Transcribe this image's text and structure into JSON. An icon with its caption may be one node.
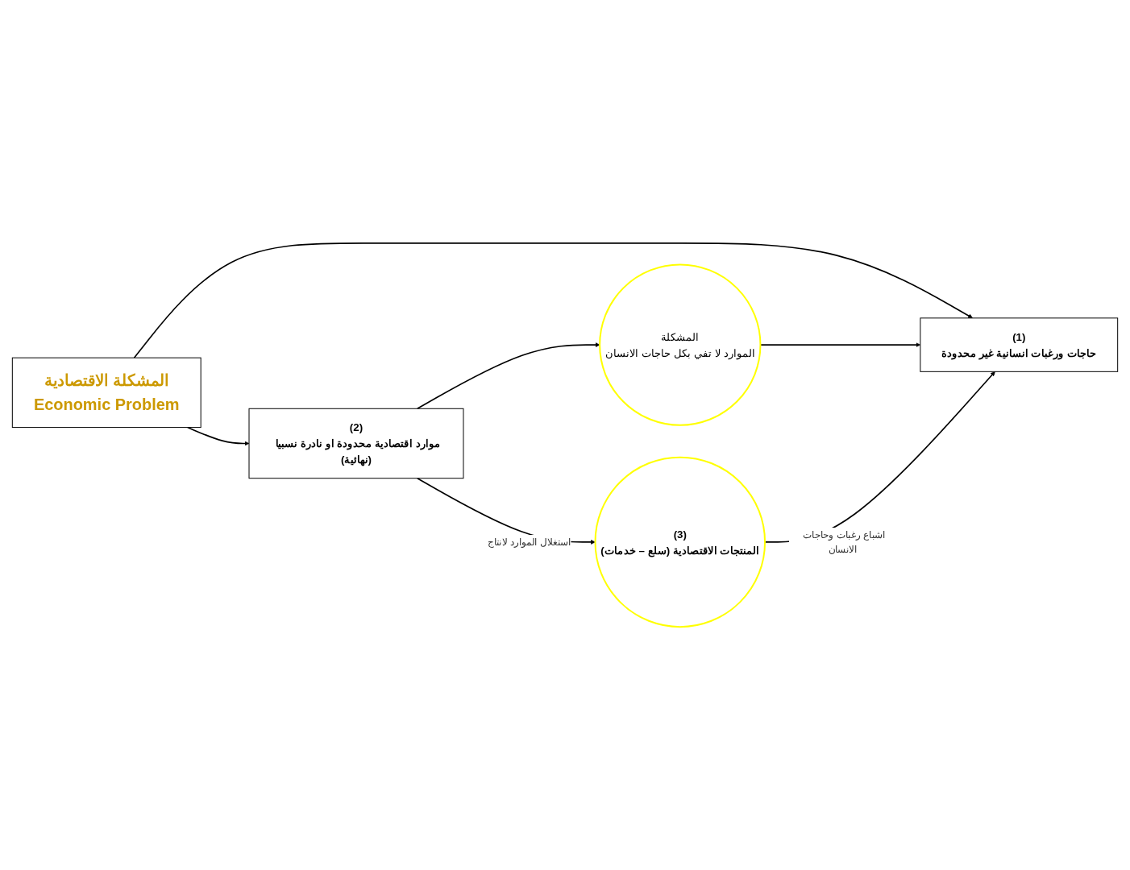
{
  "diagram": {
    "nodes": [
      {
        "text": [
          "المشكلة الاقتصادية",
          "Economic Problem"
        ]
      },
      {
        "text": [
          "(2)",
          "موارد اقتصادية محدودة او نادرة نسبيا (نهائية)"
        ]
      },
      {
        "text": [
          "المشكلة",
          "الموارد لا تفي بكل حاجات الانسان"
        ]
      },
      {
        "text": [
          "(1)",
          "حاجات ورغبات انسانية غير محدودة"
        ]
      },
      {
        "text": [
          "(3)",
          "المنتجات الاقتصادية (سلع – خدمات)"
        ]
      }
    ],
    "edges": [
      {
        "from": 0,
        "to": 1,
        "arrow": "to"
      },
      {
        "from": 0,
        "to": 3,
        "arrow": "to"
      },
      {
        "from": 1,
        "to": 2,
        "arrow": "to"
      },
      {
        "from": 2,
        "to": 3,
        "arrow": "to"
      },
      {
        "from": 1,
        "to": 4,
        "arrow": "to",
        "label": "استغلال الموارد لانتاج"
      },
      {
        "from": 4,
        "to": 3,
        "arrow": "to",
        "label": "اشباع رغبات وحاجات الانسان"
      }
    ]
  }
}
